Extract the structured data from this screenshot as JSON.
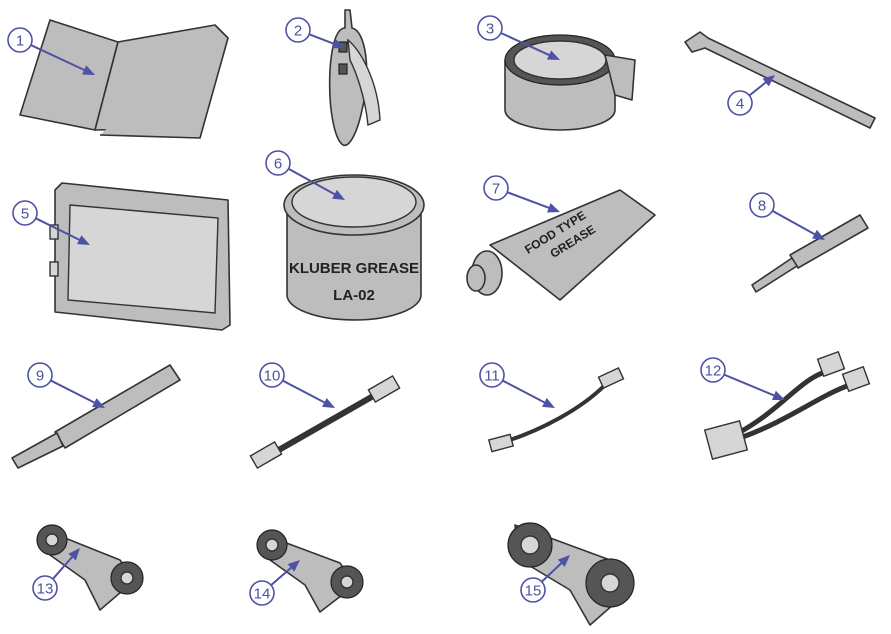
{
  "callouts": [
    "1",
    "2",
    "3",
    "4",
    "5",
    "6",
    "7",
    "8",
    "9",
    "10",
    "11",
    "12",
    "13",
    "14",
    "15"
  ],
  "grease_can": {
    "line1": "KLUBER GREASE",
    "line2": "LA-02"
  },
  "grease_tube": {
    "line1": "FOOD TYPE",
    "line2": "GREASE"
  },
  "colors": {
    "callout": "#4d52a3",
    "part": "#bdbdbd"
  }
}
